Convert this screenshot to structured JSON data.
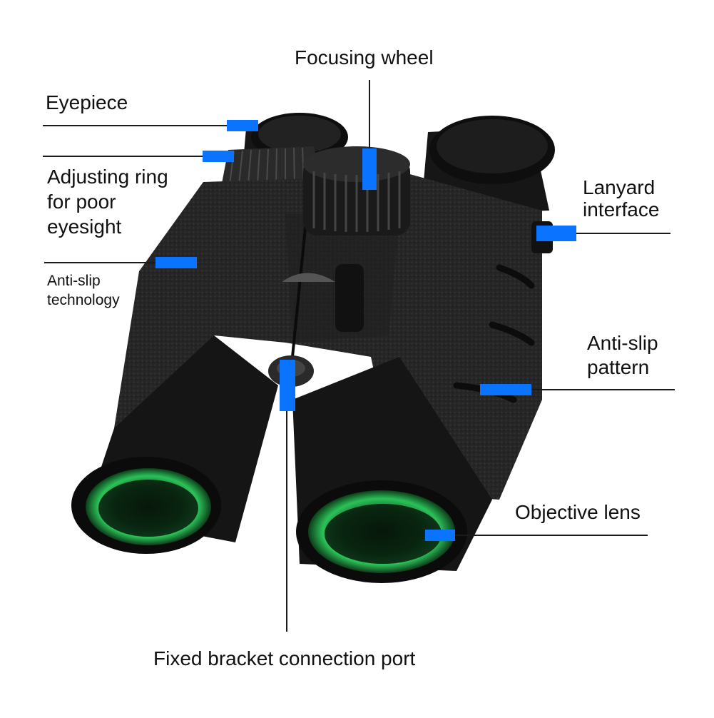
{
  "labels": {
    "focusing_wheel": "Focusing wheel",
    "eyepiece": "Eyepiece",
    "adjusting_ring": [
      "Adjusting ring",
      "for poor",
      "eyesight"
    ],
    "anti_slip_technology": [
      "Anti-slip",
      "technology"
    ],
    "lanyard_interface": [
      "Lanyard",
      "interface"
    ],
    "anti_slip_pattern": [
      "Anti-slip",
      "pattern"
    ],
    "objective_lens": "Objective lens",
    "fixed_bracket": "Fixed bracket connection port"
  },
  "colors": {
    "marker": "#0a73ff",
    "leader_line": "#1a1a1a",
    "body": "#1c1c1c",
    "body_texture": "#2b2b2b",
    "lens_green": "#1fa84a",
    "text": "#111111"
  }
}
